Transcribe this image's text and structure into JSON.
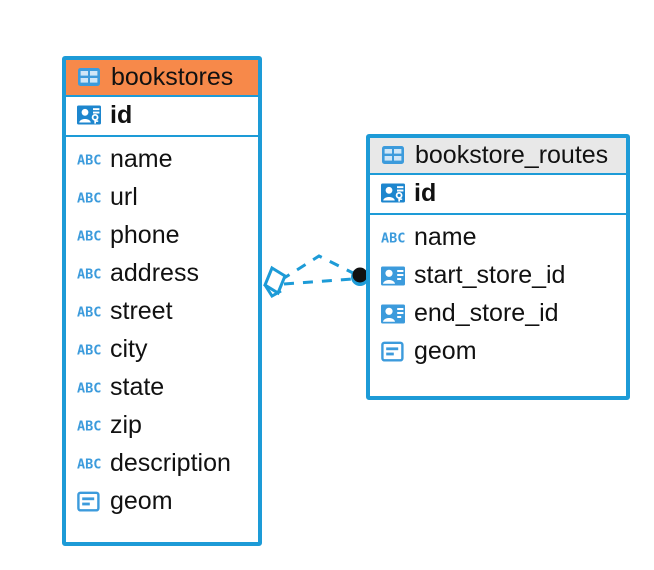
{
  "diagram": {
    "type": "entity-relationship-diagram",
    "background": "#ffffff",
    "colors": {
      "border": "#1D9BD7",
      "accent_orange": "#F7894A",
      "accent_gray": "#E8E8E8",
      "icon_blue": "#3C9BDC",
      "text": "#111111",
      "connector": "#1D9BD7",
      "connector_endpoint_fill": "#111111"
    }
  },
  "entities": [
    {
      "name": "bookstores",
      "header_style": "accent-orange",
      "header_icon": "table-icon",
      "primary_key": {
        "label": "id",
        "icon": "primary-key-icon"
      },
      "fields": [
        {
          "label": "name",
          "icon": "text-abc-icon"
        },
        {
          "label": "url",
          "icon": "text-abc-icon"
        },
        {
          "label": "phone",
          "icon": "text-abc-icon"
        },
        {
          "label": "address",
          "icon": "text-abc-icon"
        },
        {
          "label": "street",
          "icon": "text-abc-icon"
        },
        {
          "label": "city",
          "icon": "text-abc-icon"
        },
        {
          "label": "state",
          "icon": "text-abc-icon"
        },
        {
          "label": "zip",
          "icon": "text-abc-icon"
        },
        {
          "label": "description",
          "icon": "text-abc-icon"
        },
        {
          "label": "geom",
          "icon": "geometry-icon"
        }
      ]
    },
    {
      "name": "bookstore_routes",
      "header_style": "accent-gray",
      "header_icon": "table-icon",
      "primary_key": {
        "label": "id",
        "icon": "primary-key-icon"
      },
      "fields": [
        {
          "label": "name",
          "icon": "text-abc-icon"
        },
        {
          "label": "start_store_id",
          "icon": "foreign-key-icon"
        },
        {
          "label": "end_store_id",
          "icon": "foreign-key-icon"
        },
        {
          "label": "geom",
          "icon": "geometry-icon"
        }
      ]
    }
  ],
  "relationships": [
    {
      "from_entity": "bookstores",
      "to_entity": "bookstore_routes",
      "from_marker": "zero-or-many-diamond",
      "to_marker": "filled-circle",
      "line_style": "dashed",
      "path": "straight"
    },
    {
      "from_entity": "bookstores",
      "to_entity": "bookstore_routes",
      "from_marker": "zero-or-many-diamond",
      "to_marker": "filled-circle",
      "line_style": "dashed",
      "path": "arched"
    }
  ]
}
